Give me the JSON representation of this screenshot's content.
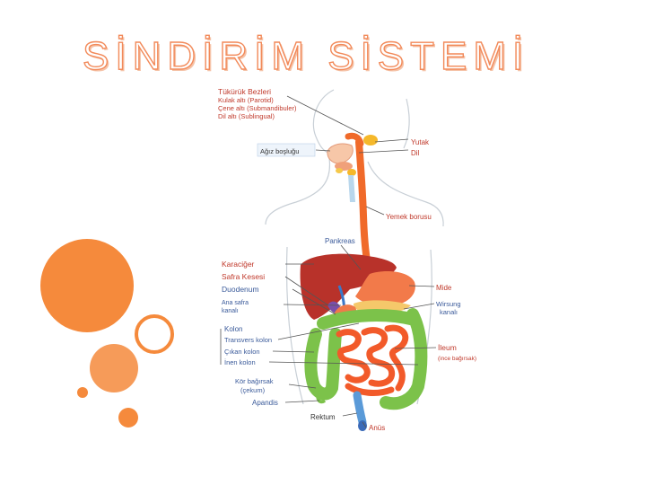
{
  "title": "SİNDİRİM SİSTEMİ",
  "colors": {
    "accent": "#f28a5a",
    "circle_main": "#f58a3c",
    "esophagus": "#f06a2a",
    "liver": "#b8322a",
    "stomach": "#f26a3a",
    "colon": "#7cc24a",
    "intestine": "#f25a2a",
    "label_text": "#c0392b"
  },
  "labels": {
    "salivary_title": "Tükürük Bezleri",
    "parotid": "Kulak altı (Parotid)",
    "submandibular": "Çene altı (Submandibuler)",
    "sublingual": "Dil altı (Sublingual)",
    "mouth": "Ağız boşluğu",
    "pharynx": "Yutak",
    "tongue": "Dil",
    "esophagus": "Yemek borusu",
    "pancreas": "Pankreas",
    "liver": "Karaciğer",
    "gallbladder": "Safra Kesesi",
    "duodenum": "Duodenum",
    "bile_duct_1": "Ana safra",
    "bile_duct_2": "kanalı",
    "stomach": "Mide",
    "wirsung_1": "Wirsung",
    "wirsung_2": "kanalı",
    "colon": "Kolon",
    "transverse": "Transvers kolon",
    "ascending": "Çıkan kolon",
    "descending": "İnen kolon",
    "ileum": "İleum",
    "ileum_sub": "(ince bağırsak)",
    "cecum_1": "Kör bağırsak",
    "cecum_2": "(çekum)",
    "appendix": "Apandis",
    "rectum": "Rektum",
    "anus": "Anüs"
  }
}
